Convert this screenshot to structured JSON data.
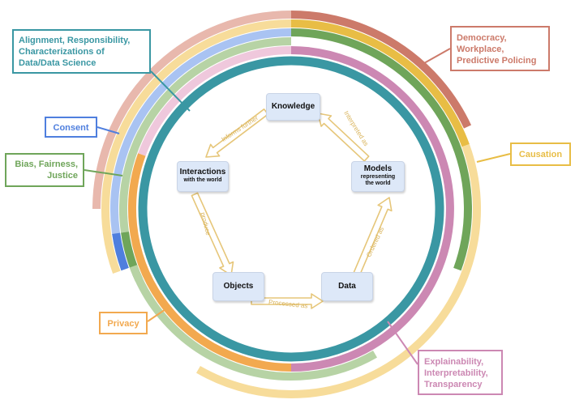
{
  "labels": {
    "alignment": "Alignment, Responsibility,\nCharacterizations of\nData/Data Science",
    "consent": "Consent",
    "bias": "Bias, Fairness,\nJustice",
    "privacy": "Privacy",
    "democracy": "Democracy,\nWorkplace,\nPredictive Policing",
    "causation": "Causation",
    "explainability": "Explainability,\nInterpretability,\nTransparency"
  },
  "nodes": {
    "knowledge": "Knowledge",
    "models_title": "Models",
    "models_sub": "representing\nthe world",
    "interactions_title": "Interactions",
    "interactions_sub": "with the world",
    "objects": "Objects",
    "data": "Data"
  },
  "edges": {
    "informs": "Informs further",
    "interpreted": "Interpreted as",
    "produce": "produce",
    "processed": "Processed as",
    "ordered": "Ordered as"
  },
  "colors": {
    "teal": "#3a97a3",
    "pink": "#cc88b3",
    "orange": "#f2a94f",
    "green_light": "#b7d3a5",
    "green": "#6fa55a",
    "blue": "#4f7fde",
    "blue_light": "#a9c3f2",
    "yellow_light": "#f7dc9a",
    "yellow": "#e8bd45",
    "salmon": "#cc7a6a",
    "salmon_light": "#e8b8ad",
    "pink_light": "#efc8dc",
    "arrow": "#e6c679"
  }
}
